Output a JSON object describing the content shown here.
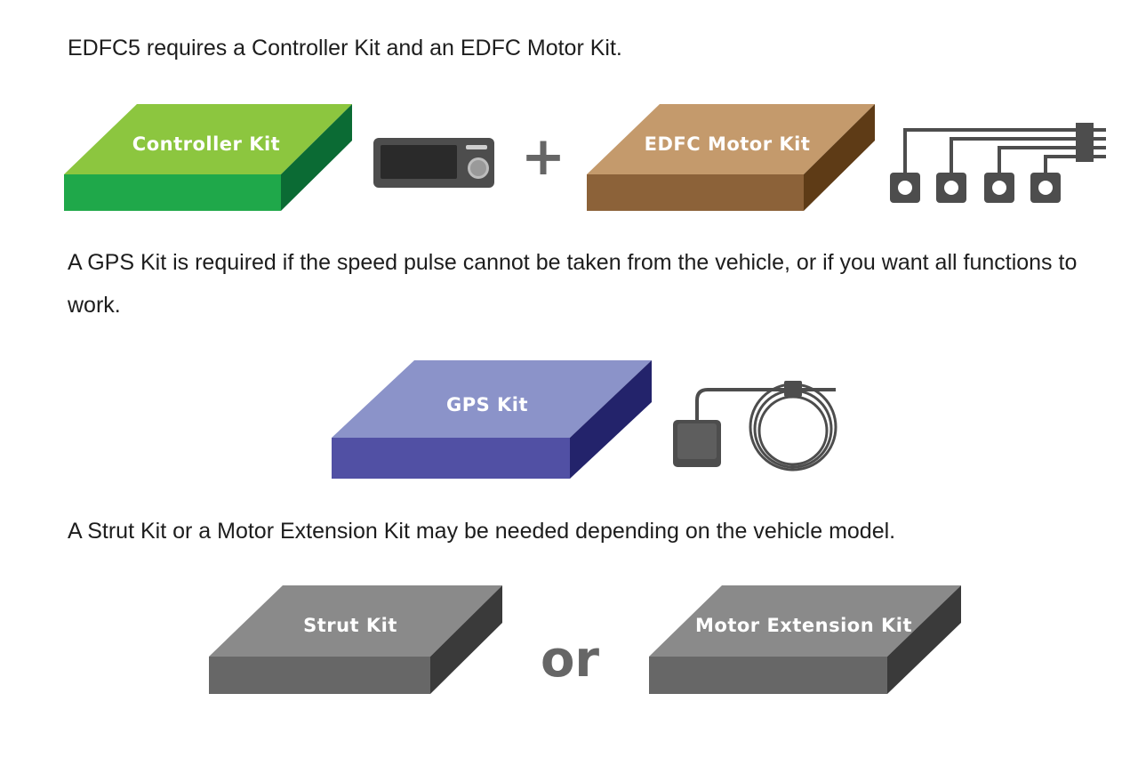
{
  "paragraphs": {
    "intro": "EDFC5 requires a Controller Kit and an EDFC Motor Kit.",
    "gps": "A GPS Kit is required if the speed pulse cannot be taken from the vehicle, or if you want all functions to work.",
    "strut": "A Strut Kit or a Motor Extension Kit may be needed depending on the vehicle model."
  },
  "kits": {
    "controller": "Controller Kit",
    "motor": "EDFC Motor Kit",
    "gps": "GPS Kit",
    "strut": "Strut Kit",
    "motor_extension": "Motor Extension Kit"
  },
  "operators": {
    "plus": "+",
    "or": "or"
  },
  "colors": {
    "controller_top": "#8cc63f",
    "controller_front": "#1fa84a",
    "controller_side": "#0b6b34",
    "motor_top": "#c49a6c",
    "motor_front": "#8c6239",
    "motor_side": "#5e3b16",
    "gps_top": "#8b93c9",
    "gps_front": "#5150a4",
    "gps_side": "#23236b",
    "gray_top": "#8a8a8a",
    "gray_front": "#676767",
    "gray_side": "#3a3a3a",
    "icon_dark": "#4d4d4d"
  },
  "icons": [
    "controller-unit-icon",
    "motor-harness-icon",
    "gps-antenna-icon"
  ]
}
